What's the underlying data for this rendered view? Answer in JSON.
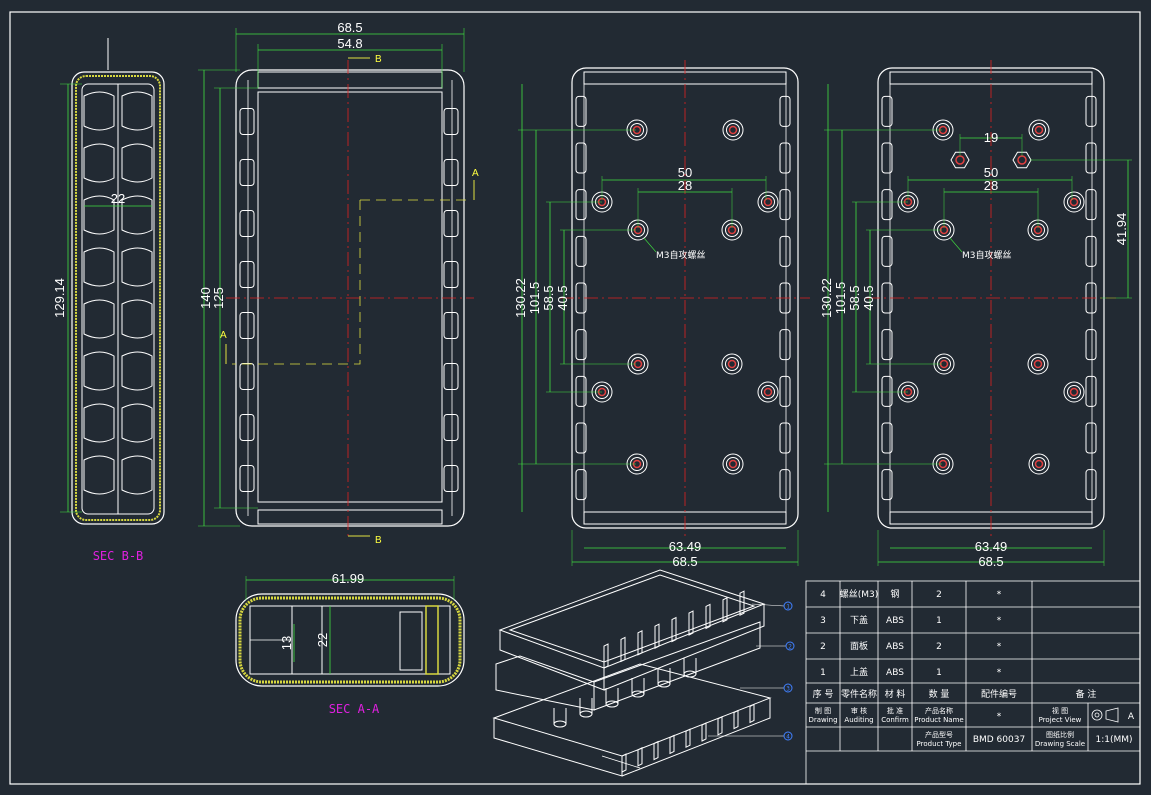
{
  "views": {
    "top_width_outer": "68.5",
    "top_width_inner": "54.8",
    "top_height_outer": "140",
    "top_height_inner": "125",
    "section_marker_b": "B",
    "section_marker_a": "A",
    "sec_bb_height": "129.14",
    "sec_bb_inner": "22",
    "sec_bb_label": "SEC B-B",
    "sec_aa_width": "61.99",
    "sec_aa_h1": "13",
    "sec_aa_h2": "22",
    "sec_aa_label": "SEC A-A",
    "bottom_view_left": {
      "d_130": "130.22",
      "d_101": "101.5",
      "d_58": "58.5",
      "d_40": "40.5",
      "d_50": "50",
      "d_28": "28",
      "note": "M3自攻螺丝",
      "w_inner": "63.49",
      "w_outer": "68.5"
    },
    "bottom_view_right": {
      "d_130": "130.22",
      "d_101": "101.5",
      "d_58": "58.5",
      "d_40": "40.5",
      "d_50": "50",
      "d_28": "28",
      "d_19": "19",
      "d_41": "41.94",
      "note": "M3自攻螺丝",
      "w_inner": "63.49",
      "w_outer": "68.5"
    },
    "balloons": [
      "1",
      "2",
      "3",
      "4"
    ]
  },
  "title_block": {
    "rows": [
      {
        "no": "4",
        "name": "螺丝(M3)",
        "material": "钢",
        "qty": "2",
        "code": "*"
      },
      {
        "no": "3",
        "name": "下盖",
        "material": "ABS",
        "qty": "1",
        "code": "*"
      },
      {
        "no": "2",
        "name": "面板",
        "material": "ABS",
        "qty": "2",
        "code": "*"
      },
      {
        "no": "1",
        "name": "上盖",
        "material": "ABS",
        "qty": "1",
        "code": "*"
      }
    ],
    "header": {
      "no": "序 号",
      "name": "零件名称",
      "material": "材 料",
      "qty": "数 量",
      "code": "配件编号",
      "remark": "备 注"
    },
    "drawing_cn": "制 图",
    "drawing_en": "Drawing",
    "auditing_cn": "审 核",
    "auditing_en": "Auditing",
    "confirm_cn": "批 准",
    "confirm_en": "Confirm",
    "product_name_cn": "产品名称",
    "product_name_en": "Product Name",
    "product_name_val": "*",
    "product_type_cn": "产品型号",
    "product_type_en": "Product Type",
    "product_type_val": "BMD 60037",
    "project_view_cn": "视 图",
    "project_view_en": "Project View",
    "view_label": "A",
    "scale_cn": "图纸比例",
    "scale_en": "Drawing Scale",
    "scale_val": "1:1(MM)"
  }
}
